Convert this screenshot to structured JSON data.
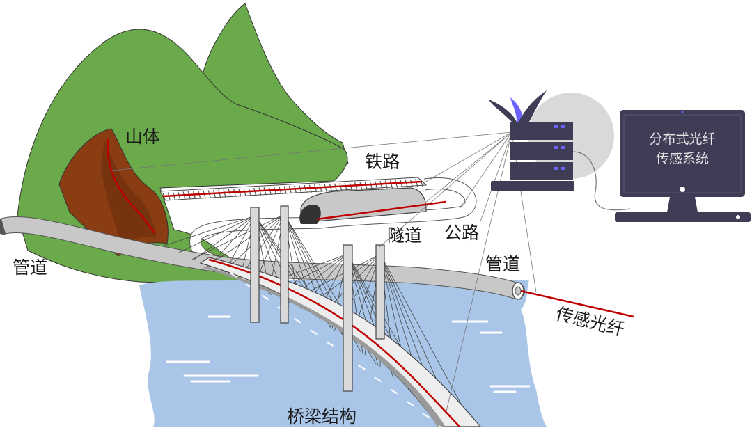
{
  "labels": {
    "mountain": "山体",
    "railway": "铁路",
    "tunnel": "隧道",
    "road": "公路",
    "pipeline_left": "管道",
    "pipeline_right": "管道",
    "sensing_fiber": "传感光纤",
    "bridge": "桥梁结构"
  },
  "monitor": {
    "line1": "分布式光纤",
    "line2": "传感系统"
  },
  "colors": {
    "mountain": "#6aaa4b",
    "rock": "#8a3d12",
    "water": "#a9c6e8",
    "fiber": "#c00000",
    "server": "#3f3d56",
    "server_accent": "#6c63ff",
    "monitor": "#3f3d56",
    "pipe": "#c8c8c8"
  },
  "icons": {
    "server": "server-rack-icon",
    "monitor": "desktop-monitor-icon"
  }
}
